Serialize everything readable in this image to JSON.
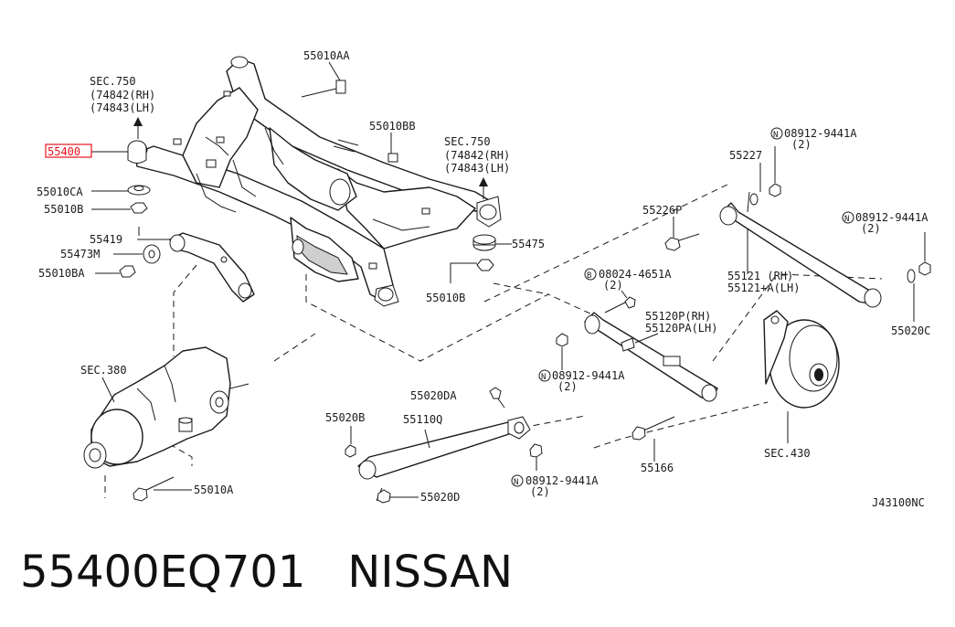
{
  "highlight_color": "#e8141e",
  "highlighted_part": "55400",
  "part_number": "55400EQ701",
  "brand": "NISSAN",
  "drawing_code": "J43100NC",
  "labels": {
    "sec750_left_title": "SEC.750",
    "sec750_left_rh": "(74842(RH)",
    "sec750_left_lh": "(74843(LH)",
    "sec750_right_title": "SEC.750",
    "sec750_right_rh": "(74842(RH)",
    "sec750_right_lh": "(74843(LH)",
    "p55010AA": "55010AA",
    "p55010BB": "55010BB",
    "p55010CA": "55010CA",
    "p55010B_left": "55010B",
    "p55419": "55419",
    "p55473M": "55473M",
    "p55010BA": "55010BA",
    "p55475": "55475",
    "p55010B_center": "55010B",
    "p55227": "55227",
    "n08912_top": "08912-9441A",
    "n08912_top_qty": "(2)",
    "p55226P": "55226P",
    "n08912_right": "08912-9441A",
    "n08912_right_qty": "(2)",
    "b08024": "08024-4651A",
    "b08024_qty": "(2)",
    "p55121_rh": "55121  (RH)",
    "p55121_lh": "55121+A(LH)",
    "p55120P_rh": "55120P(RH)",
    "p55120PA_lh": "55120PA(LH)",
    "p55020C": "55020C",
    "sec380": "SEC.380",
    "n08912_mid": "08912-9441A",
    "n08912_mid_qty": "(2)",
    "p55020DA": "55020DA",
    "p55020B": "55020B",
    "p55110Q": "55110Q",
    "p55166": "55166",
    "sec430": "SEC.430",
    "n08912_bottom": "08912-9441A",
    "n08912_bottom_qty": "(2)",
    "p55010A": "55010A",
    "p55020D": "55020D",
    "n_symbol": "N",
    "b_symbol": "B"
  }
}
